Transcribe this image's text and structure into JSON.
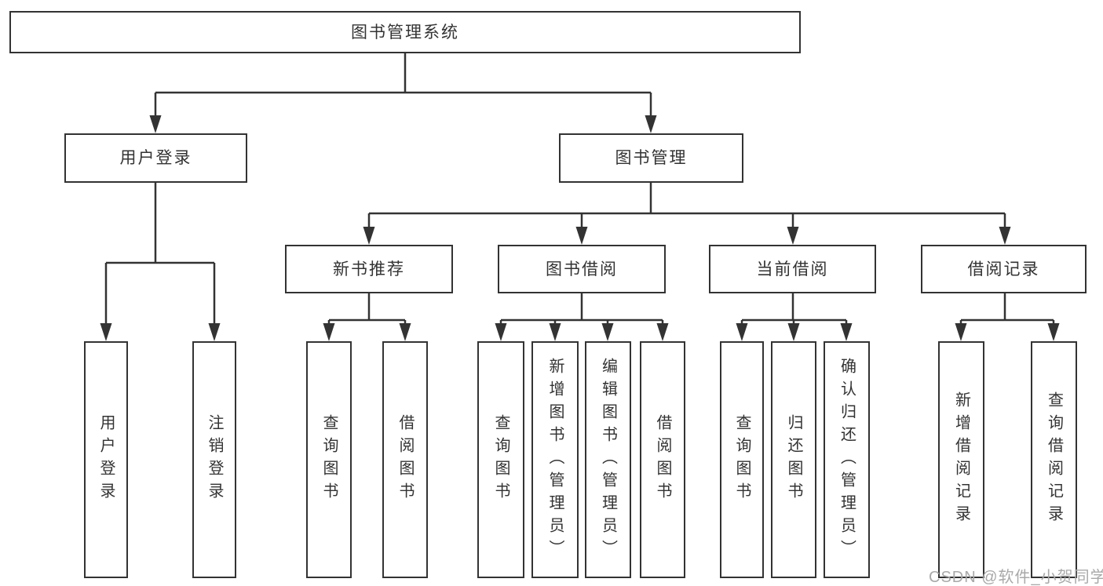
{
  "diagram": {
    "root": {
      "label": "图书管理系统"
    },
    "branches": [
      {
        "label": "用户登录",
        "children": [
          {
            "label": "用户登录"
          },
          {
            "label": "注销登录"
          }
        ]
      },
      {
        "label": "图书管理",
        "children": [
          {
            "label": "新书推荐",
            "children": [
              {
                "label": "查询图书"
              },
              {
                "label": "借阅图书"
              }
            ]
          },
          {
            "label": "图书借阅",
            "children": [
              {
                "label": "查询图书"
              },
              {
                "label": "新增图书（管理员）"
              },
              {
                "label": "编辑图书（管理员）"
              },
              {
                "label": "借阅图书"
              }
            ]
          },
          {
            "label": "当前借阅",
            "children": [
              {
                "label": "查询图书"
              },
              {
                "label": "归还图书"
              },
              {
                "label": "确认归还（管理员）"
              }
            ]
          },
          {
            "label": "借阅记录",
            "children": [
              {
                "label": "新增借阅记录"
              },
              {
                "label": "查询借阅记录"
              }
            ]
          }
        ]
      }
    ],
    "watermark": "CSDN @软件_小贺同学",
    "colors": {
      "line": "#333333",
      "text": "#333333",
      "watermark": "#a9a9a9",
      "background": "#ffffff"
    }
  }
}
